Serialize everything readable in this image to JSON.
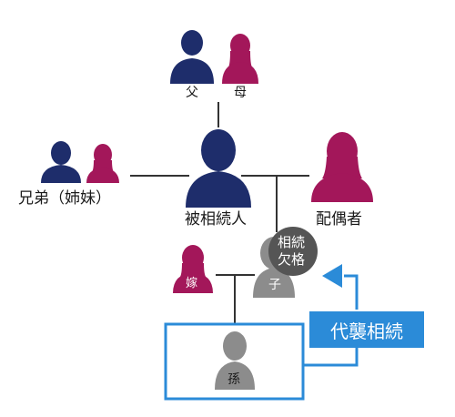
{
  "colors": {
    "navy": "#1e2d6b",
    "magenta": "#a3175a",
    "gray": "#8c8c8c",
    "dark_gray": "#555555",
    "blue": "#2b8bd8",
    "line": "#333333"
  },
  "labels": {
    "father": "父",
    "mother": "母",
    "siblings": "兄弟（姉妹）",
    "decedent": "被相続人",
    "spouse": "配偶者",
    "disqualified_line1": "相続",
    "disqualified_line2": "欠格",
    "child": "子",
    "daughter_in_law": "嫁",
    "grandchild": "孫",
    "representation": "代襲相続"
  },
  "icons": {
    "person_male": "person-male-icon",
    "person_female": "person-female-icon",
    "arrow": "arrow-up-icon"
  }
}
